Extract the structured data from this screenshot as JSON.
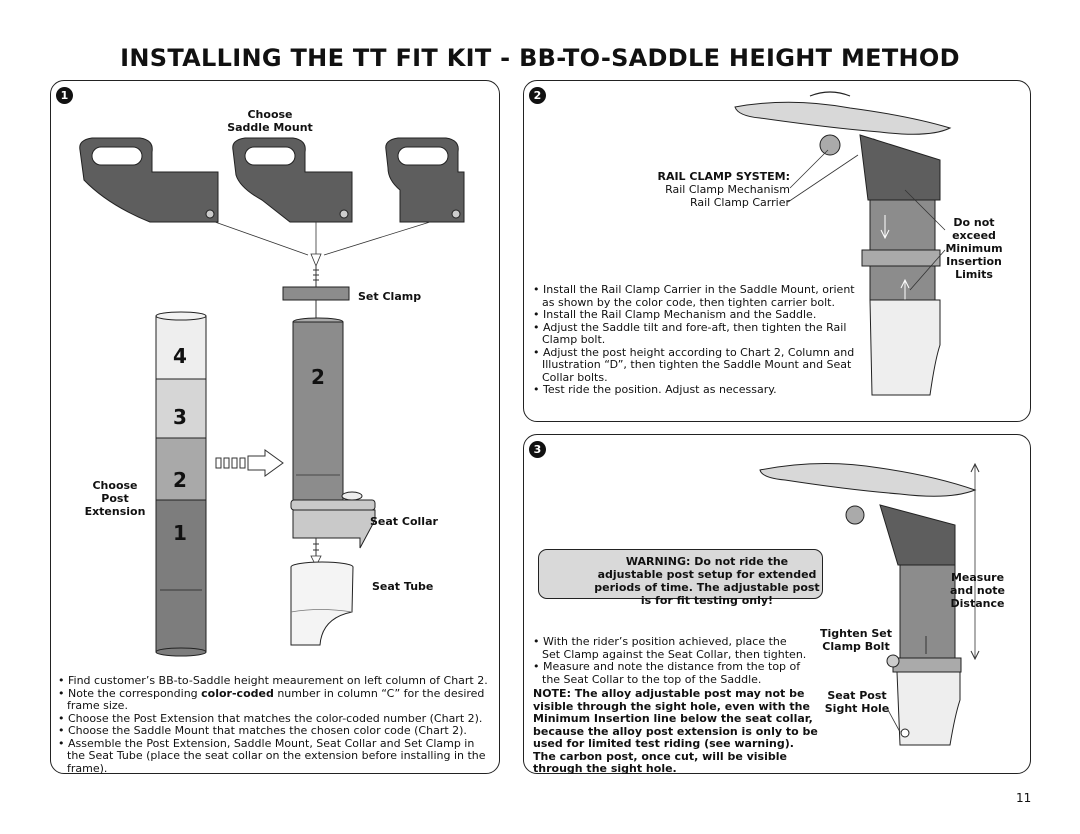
{
  "title": "INSTALLING THE TT FIT KIT - BB-TO-SADDLE HEIGHT METHOD",
  "page_number": "11",
  "panel1": {
    "number": "1",
    "labels": {
      "choose_saddle_mount": "Choose\nSaddle Mount",
      "set_clamp": "Set Clamp",
      "choose_post_extension": "Choose\nPost\nExtension",
      "seat_collar": "Seat Collar",
      "seat_tube": "Seat Tube"
    },
    "extension_numbers": [
      "4",
      "3",
      "2",
      "1"
    ],
    "post_number": "2",
    "bullets": [
      "Find customer’s BB-to-Saddle height meaurement on left column of Chart 2.",
      "Note the corresponding color-coded number in column “C” for the desired frame size.",
      "Choose the Post Extension that matches the color-coded number (Chart 2).",
      "Choose the Saddle Mount that matches the chosen color code (Chart 2).",
      "Assemble the Post Extension, Saddle Mount, Seat Collar and Set Clamp in the Seat Tube (place the seat collar on the extension before installing in the frame)."
    ],
    "bold_term": "color-coded"
  },
  "panel2": {
    "number": "2",
    "rail_clamp_system": "RAIL CLAMP SYSTEM:",
    "rail_clamp_mechanism": "Rail Clamp Mechanism",
    "rail_clamp_carrier": "Rail Clamp Carrier",
    "do_not_exceed": "Do not\nexceed\nMinimum\nInsertion\nLimits",
    "bullets": [
      "Install the Rail Clamp Carrier in the Saddle Mount, orient as shown by the color code, then tighten carrier bolt.",
      "Install the Rail Clamp Mechanism and the Saddle.",
      "Adjust the Saddle tilt and fore-aft, then tighten the Rail Clamp bolt.",
      "Adjust the post height according to Chart 2, Column and Illustration “D”, then tighten the Saddle Mount and Seat Collar bolts.",
      "Test ride the position. Adjust as necessary."
    ]
  },
  "panel3": {
    "number": "3",
    "warning": "WARNING: Do not ride the adjustable post setup for extended periods of time. The adjustable post is for fit testing only!",
    "measure": "Measure\nand note\nDistance",
    "tighten": "Tighten Set\nClamp Bolt",
    "sight_hole": "Seat Post\nSight Hole",
    "bullets": [
      "With the rider’s position achieved, place the Set Clamp against the Seat Collar, then tighten.",
      "Measure and note the distance from the top of the Seat Collar to the top of the Saddle."
    ],
    "note": "NOTE: The alloy adjustable post may not be visible through the sight hole, even with the Minimum Insertion line below the seat collar, because the alloy post extension is only to be used for limited test riding (see warning). The carbon post, once cut, will be visible through the sight hole."
  },
  "colors": {
    "ink": "#111111",
    "part_dark": "#5e5e5e",
    "part_mid": "#8c8c8c",
    "part_light": "#c9c9c9",
    "warning_bg": "#d9d9d9"
  }
}
